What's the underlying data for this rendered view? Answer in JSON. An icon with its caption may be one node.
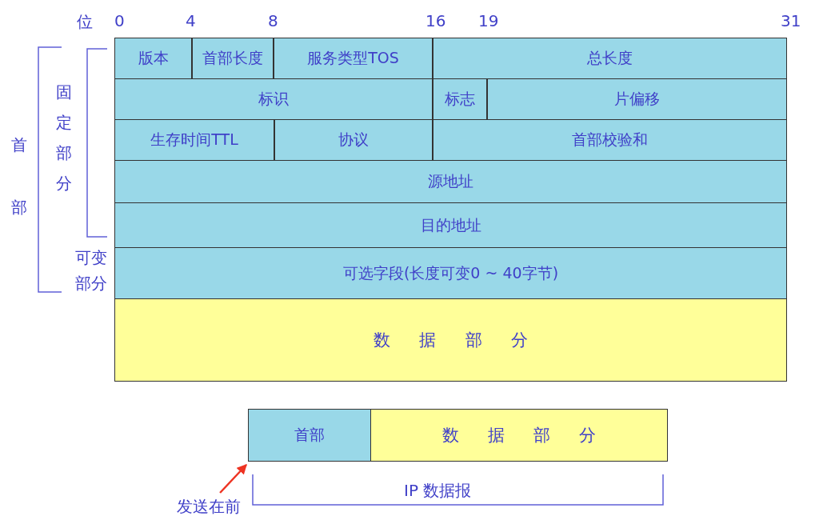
{
  "diagram": {
    "nodes": [
      {
        "text": [
          "版本"
        ]
      },
      {
        "text": [
          "首部长度"
        ]
      },
      {
        "text": [
          "服务类型TOS"
        ]
      },
      {
        "text": [
          "总长度"
        ]
      },
      {
        "text": [
          "标识"
        ]
      },
      {
        "text": [
          "标志"
        ]
      },
      {
        "text": [
          "片偏移"
        ]
      },
      {
        "text": [
          "生存时间TTL"
        ]
      },
      {
        "text": [
          "协议"
        ]
      },
      {
        "text": [
          "首部校验和"
        ]
      },
      {
        "text": [
          "源地址"
        ]
      },
      {
        "text": [
          "目的地址"
        ]
      },
      {
        "text": [
          "可选字段(长度可变0 ~ 40字节)"
        ]
      },
      {
        "text": [
          "数 据 部 分"
        ]
      },
      {
        "text": [
          "首部"
        ]
      },
      {
        "text": [
          "数 据 部 分"
        ]
      },
      {
        "text": [
          "发送在前"
        ]
      }
    ],
    "edges": [
      {
        "from": 16,
        "to": 14,
        "arrow": "to",
        "color": "#ee3322"
      }
    ],
    "labels": [
      "位",
      "0",
      "4",
      "8",
      "16",
      "19",
      "31",
      "首部",
      "固定部分",
      "可变部分",
      "IP 数据报"
    ]
  }
}
